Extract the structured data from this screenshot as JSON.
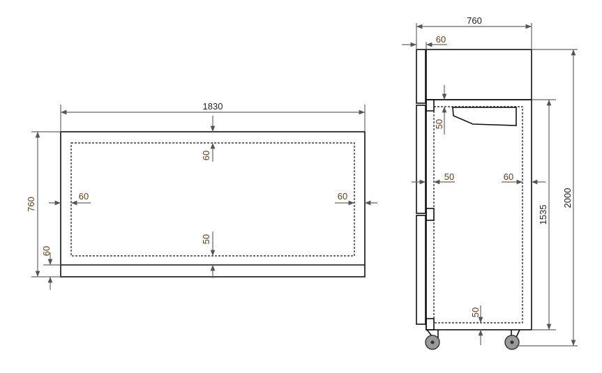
{
  "top_view": {
    "width": "1830",
    "depth": "760",
    "margin_top": "60",
    "margin_left": "60",
    "margin_right": "60",
    "margin_bottom": "50",
    "front_strip": "60"
  },
  "side_view": {
    "depth": "760",
    "door": "60",
    "margin_top": "50",
    "margin_left": "50",
    "margin_right": "60",
    "margin_bottom": "50",
    "body_height": "1535",
    "total_height": "2000"
  }
}
